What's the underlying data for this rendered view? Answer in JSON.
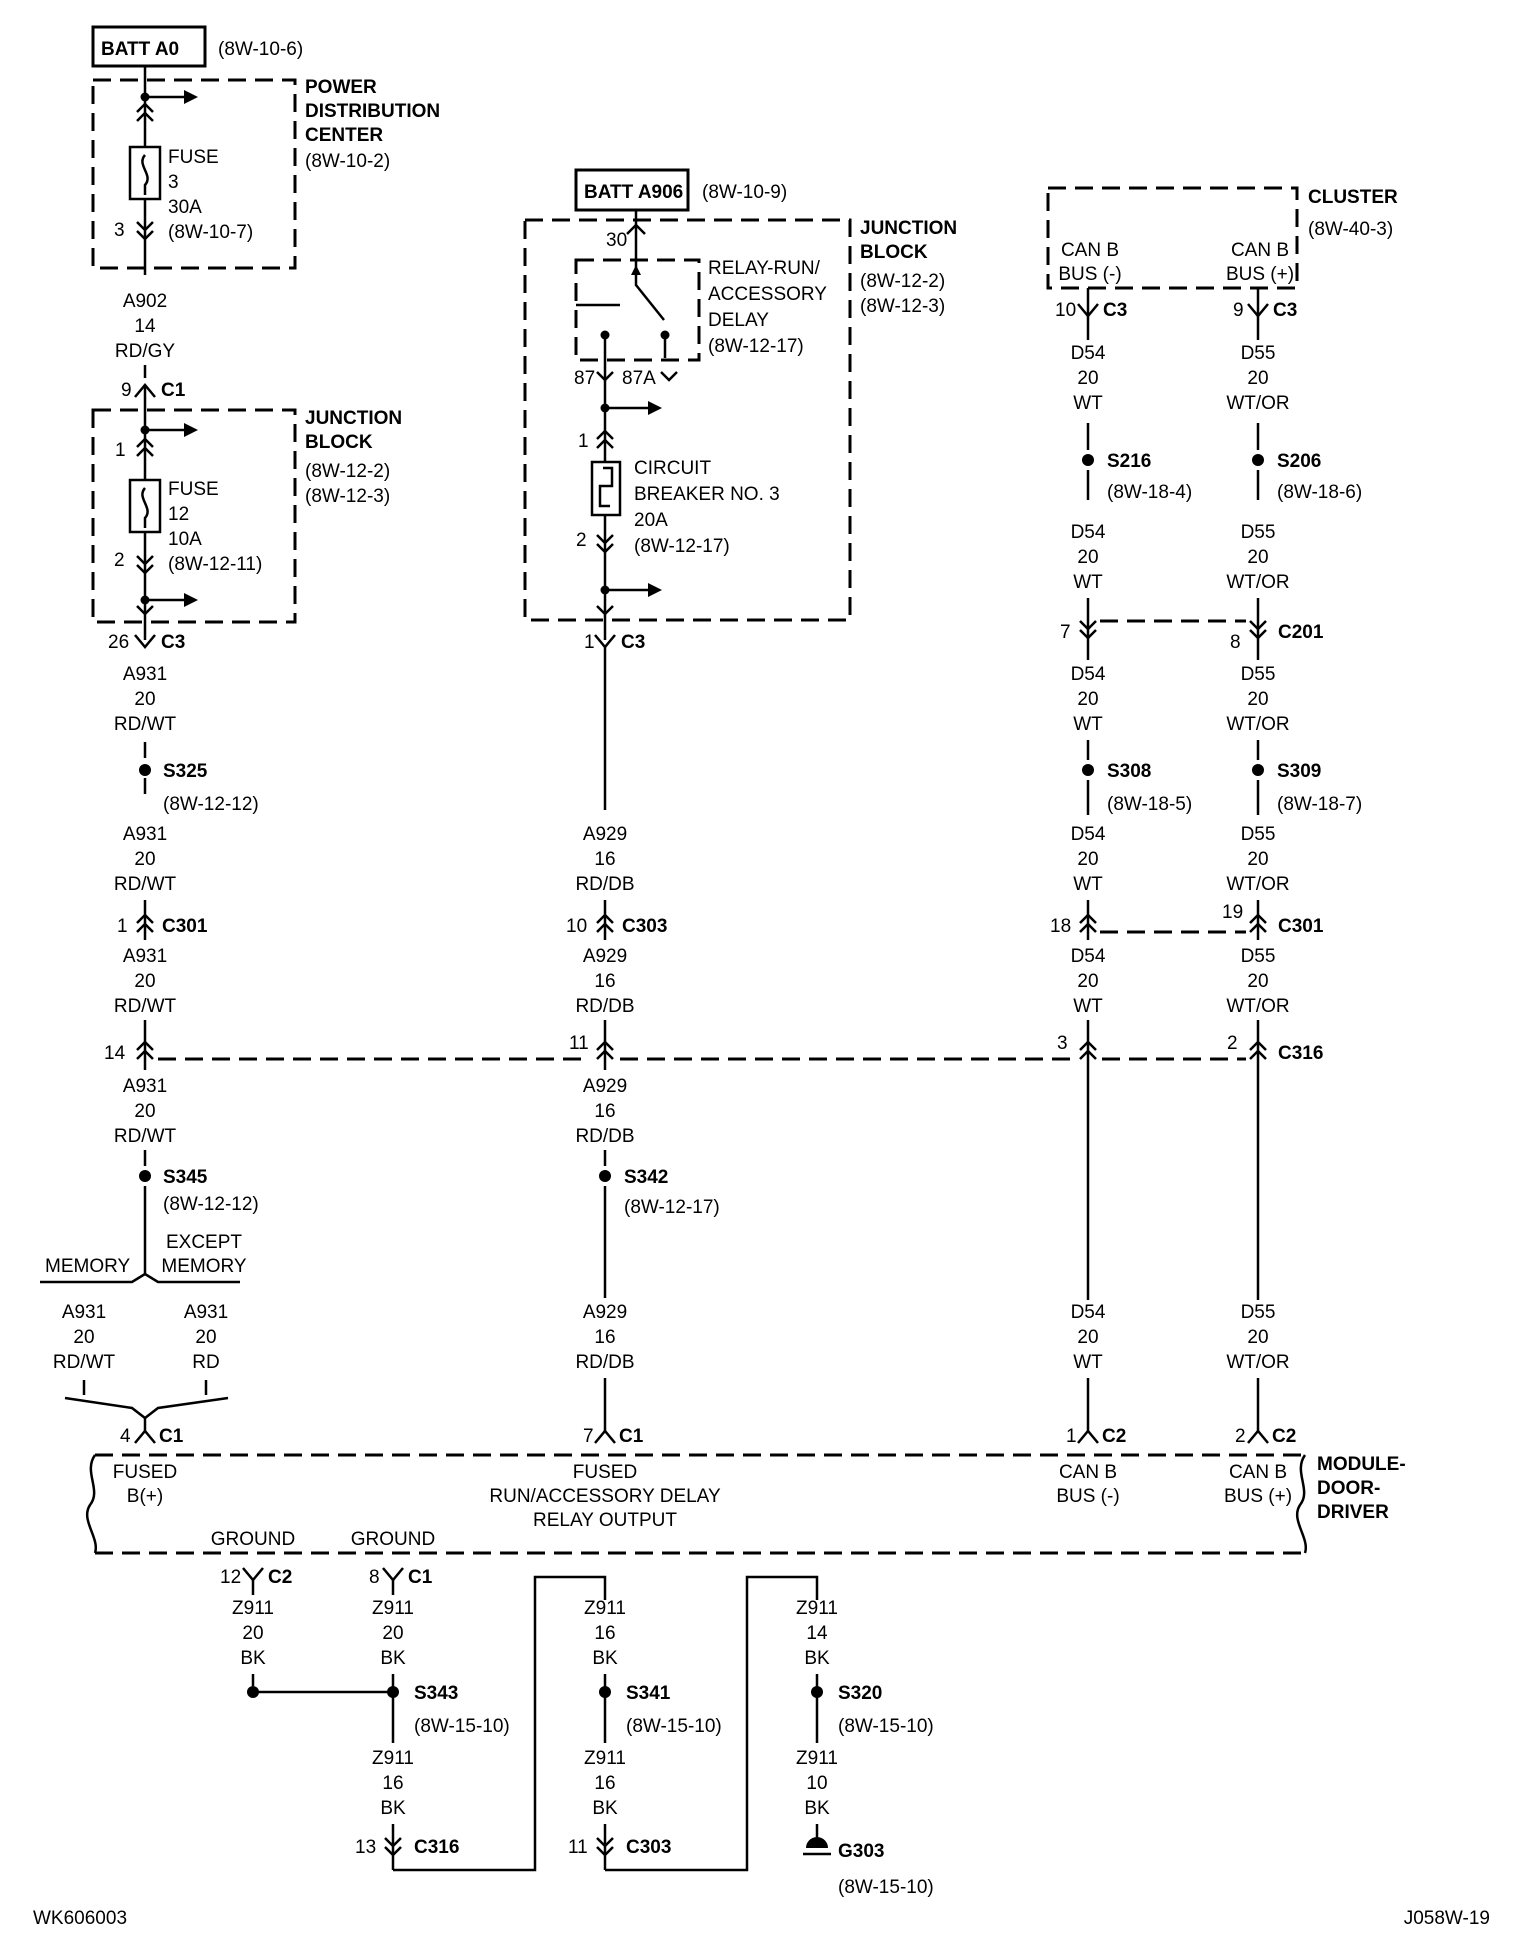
{
  "power": {
    "batt_a0": "BATT A0",
    "batt_a0_ref": "(8W-10-6)",
    "pdc_1": "POWER",
    "pdc_2": "DISTRIBUTION",
    "pdc_3": "CENTER",
    "pdc_ref": "(8W-10-2)",
    "fuse3_1": "FUSE",
    "fuse3_2": "3",
    "fuse3_3": "30A",
    "fuse3_ref": "(8W-10-7)",
    "fuse3_pin": "3",
    "a902_1": "A902",
    "a902_2": "14",
    "a902_3": "RD/GY",
    "c1_pin": "9",
    "c1_name": "C1",
    "jb_1": "JUNCTION",
    "jb_2": "BLOCK",
    "jb_ref1": "(8W-12-2)",
    "jb_ref2": "(8W-12-3)",
    "fuse12_pin_in": "1",
    "fuse12_1": "FUSE",
    "fuse12_2": "12",
    "fuse12_3": "10A",
    "fuse12_ref": "(8W-12-11)",
    "fuse12_pin_out": "2",
    "c3_pin": "26",
    "c3_name": "C3"
  },
  "col1": {
    "w1_1": "A931",
    "w1_2": "20",
    "w1_3": "RD/WT",
    "s325": "S325",
    "s325_ref": "(8W-12-12)",
    "w2_1": "A931",
    "w2_2": "20",
    "w2_3": "RD/WT",
    "c301_pin": "1",
    "c301_name": "C301",
    "w3_1": "A931",
    "w3_2": "20",
    "w3_3": "RD/WT",
    "c316_pin": "14",
    "w4_1": "A931",
    "w4_2": "20",
    "w4_3": "RD/WT",
    "s345": "S345",
    "s345_ref": "(8W-12-12)",
    "memory": "MEMORY",
    "except_1": "EXCEPT",
    "except_2": "MEMORY",
    "wm_1": "A931",
    "wm_2": "20",
    "wm_3": "RD/WT",
    "we_1": "A931",
    "we_2": "20",
    "we_3": "RD",
    "c1_pin": "4",
    "c1_name": "C1"
  },
  "col2": {
    "batt": "BATT A906",
    "batt_ref": "(8W-10-9)",
    "jb_1": "JUNCTION",
    "jb_2": "BLOCK",
    "jb_ref1": "(8W-12-2)",
    "jb_ref2": "(8W-12-3)",
    "pin30": "30",
    "relay_1": "RELAY-RUN/",
    "relay_2": "ACCESSORY",
    "relay_3": "DELAY",
    "relay_ref": "(8W-12-17)",
    "pin87": "87",
    "pin87a": "87A",
    "cb_pin_in": "1",
    "cb_1": "CIRCUIT",
    "cb_2": "BREAKER NO. 3",
    "cb_3": "20A",
    "cb_ref": "(8W-12-17)",
    "cb_pin_out": "2",
    "c3_pin": "1",
    "c3_name": "C3",
    "w1_1": "A929",
    "w1_2": "16",
    "w1_3": "RD/DB",
    "c303_pin": "10",
    "c303_name": "C303",
    "w2_1": "A929",
    "w2_2": "16",
    "w2_3": "RD/DB",
    "c316_pin": "11",
    "w3_1": "A929",
    "w3_2": "16",
    "w3_3": "RD/DB",
    "s342": "S342",
    "s342_ref": "(8W-12-17)",
    "w4_1": "A929",
    "w4_2": "16",
    "w4_3": "RD/DB",
    "c1_pin": "7",
    "c1_name": "C1"
  },
  "cluster": {
    "name": "CLUSTER",
    "ref": "(8W-40-3)",
    "neg_1": "CAN B",
    "neg_2": "BUS (-)",
    "pos_1": "CAN B",
    "pos_2": "BUS (+)"
  },
  "col3": {
    "c3_pin": "10",
    "c3_name": "C3",
    "w1_1": "D54",
    "w1_2": "20",
    "w1_3": "WT",
    "s216": "S216",
    "s216_ref": "(8W-18-4)",
    "w2_1": "D54",
    "w2_2": "20",
    "w2_3": "WT",
    "c201_pin": "7",
    "w3_1": "D54",
    "w3_2": "20",
    "w3_3": "WT",
    "s308": "S308",
    "s308_ref": "(8W-18-5)",
    "w4_1": "D54",
    "w4_2": "20",
    "w4_3": "WT",
    "c301_pin": "18",
    "w5_1": "D54",
    "w5_2": "20",
    "w5_3": "WT",
    "c316_pin": "3",
    "w6_1": "D54",
    "w6_2": "20",
    "w6_3": "WT",
    "c2_pin": "1",
    "c2_name": "C2"
  },
  "col4": {
    "c3_pin": "9",
    "c3_name": "C3",
    "w1_1": "D55",
    "w1_2": "20",
    "w1_3": "WT/OR",
    "s206": "S206",
    "s206_ref": "(8W-18-6)",
    "w2_1": "D55",
    "w2_2": "20",
    "w2_3": "WT/OR",
    "c201_pin": "8",
    "c201_name": "C201",
    "w3_1": "D55",
    "w3_2": "20",
    "w3_3": "WT/OR",
    "s309": "S309",
    "s309_ref": "(8W-18-7)",
    "w4_1": "D55",
    "w4_2": "20",
    "w4_3": "WT/OR",
    "c301_pin": "19",
    "c301_name": "C301",
    "w5_1": "D55",
    "w5_2": "20",
    "w5_3": "WT/OR",
    "c316_pin": "2",
    "c316_name": "C316",
    "w6_1": "D55",
    "w6_2": "20",
    "w6_3": "WT/OR",
    "c2_pin": "2",
    "c2_name": "C2"
  },
  "module": {
    "name_1": "MODULE-",
    "name_2": "DOOR-",
    "name_3": "DRIVER",
    "fused_1": "FUSED",
    "fused_2": "B(+)",
    "run_1": "FUSED",
    "run_2": "RUN/ACCESSORY DELAY",
    "run_3": "RELAY OUTPUT",
    "canneg_1": "CAN B",
    "canneg_2": "BUS (-)",
    "canpos_1": "CAN B",
    "canpos_2": "BUS (+)",
    "ground_1": "GROUND",
    "ground_2": "GROUND"
  },
  "ground": {
    "g1_pin": "12",
    "g1_conn": "C2",
    "g1_w1": "Z911",
    "g1_w2": "20",
    "g1_w3": "BK",
    "g2_pin": "8",
    "g2_conn": "C1",
    "g2_w1": "Z911",
    "g2_w2": "20",
    "g2_w3": "BK",
    "s343": "S343",
    "s343_ref": "(8W-15-10)",
    "g2b_w1": "Z911",
    "g2b_w2": "16",
    "g2b_w3": "BK",
    "c316_pin": "13",
    "c316_name": "C316",
    "g3_w1": "Z911",
    "g3_w2": "16",
    "g3_w3": "BK",
    "s341": "S341",
    "s341_ref": "(8W-15-10)",
    "g3b_w1": "Z911",
    "g3b_w2": "16",
    "g3b_w3": "BK",
    "c303_pin": "11",
    "c303_name": "C303",
    "g4_w1": "Z911",
    "g4_w2": "14",
    "g4_w3": "BK",
    "s320": "S320",
    "s320_ref": "(8W-15-10)",
    "g4b_w1": "Z911",
    "g4b_w2": "10",
    "g4b_w3": "BK",
    "g303": "G303",
    "g303_ref": "(8W-15-10)"
  },
  "footer": {
    "left": "WK606003",
    "right": "J058W-19"
  }
}
